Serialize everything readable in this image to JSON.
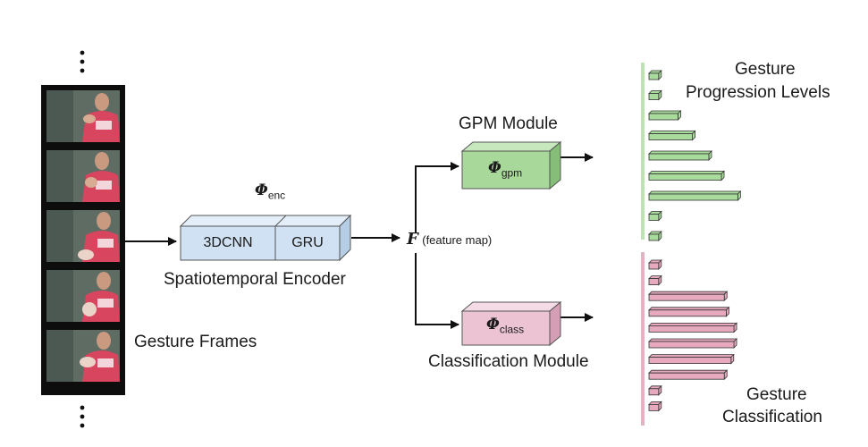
{
  "frames": {
    "count": 5,
    "caption": "Gesture Frames"
  },
  "encoder": {
    "symbol": "Φ",
    "subscript": "enc",
    "block1": "3DCNN",
    "block2": "GRU",
    "caption": "Spatiotemporal Encoder"
  },
  "feature": {
    "symbol": "F",
    "caption": "(feature map)"
  },
  "gpm": {
    "title": "GPM Module",
    "symbol": "Φ",
    "subscript": "gpm"
  },
  "classification": {
    "title": "Classification Module",
    "symbol": "Φ",
    "subscript": "class"
  },
  "outputs": {
    "progression_title_line1": "Gesture",
    "progression_title_line2": "Progression Levels",
    "progression_bars": [
      0.1,
      0.1,
      0.3,
      0.45,
      0.62,
      0.75,
      0.92,
      0.1,
      0.1
    ],
    "classification_title_line1": "Gesture",
    "classification_title_line2": "Classification",
    "classification_bars": [
      0.1,
      0.1,
      0.78,
      0.8,
      0.88,
      0.88,
      0.85,
      0.78,
      0.1,
      0.1
    ]
  },
  "colors": {
    "encoder_front": "#cfe1f3",
    "encoder_top": "#e3eef9",
    "encoder_side": "#b6cde6",
    "gpm_front": "#a8d89a",
    "gpm_top": "#c7e8bd",
    "gpm_side": "#86bd78",
    "class_front": "#ecc3d3",
    "class_top": "#f5dbe5",
    "class_side": "#d49fb4",
    "green_bar": "#a9dc9c",
    "green_axis": "#bde3b3",
    "pink_bar": "#e7a9be",
    "pink_axis": "#e3b3c4"
  }
}
